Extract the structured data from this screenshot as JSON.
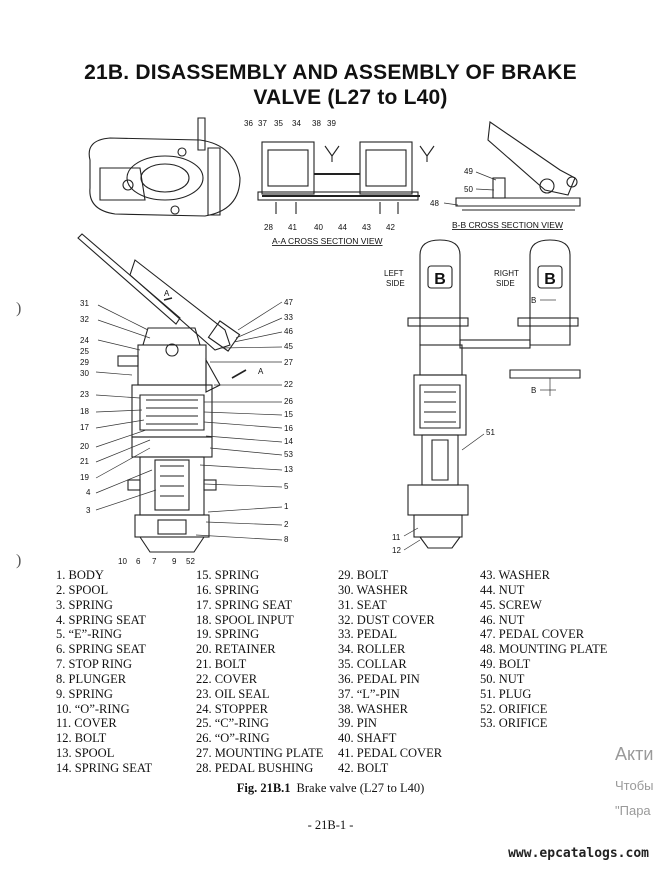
{
  "title": {
    "line1": "21B.  DISASSEMBLY AND ASSEMBLY OF BRAKE",
    "line2": "VALVE (L27 to L40)"
  },
  "figure_labels": {
    "aa_view": "A-A CROSS SECTION VIEW",
    "bb_view": "B-B CROSS SECTION VIEW",
    "left_side": [
      "LEFT",
      "SIDE"
    ],
    "right_side": [
      "RIGHT",
      "SIDE"
    ],
    "b_letter": "B",
    "a_letter": "A",
    "b_arrow": "B",
    "aa_top_callouts": [
      "36",
      "37",
      "35",
      "34",
      "38",
      "39"
    ],
    "aa_bottom_callouts": [
      "28",
      "41",
      "40",
      "44",
      "43",
      "42"
    ],
    "bb_callouts": [
      "49",
      "50",
      "48"
    ],
    "main_left_callouts": [
      "31",
      "32",
      "24",
      "25",
      "29",
      "30",
      "23",
      "18",
      "17",
      "20",
      "21",
      "19",
      "4",
      "3"
    ],
    "main_right_callouts": [
      "47",
      "33",
      "46",
      "45",
      "27",
      "22",
      "26",
      "15",
      "16",
      "14",
      "53",
      "13",
      "5",
      "1",
      "2",
      "8"
    ],
    "main_bottom_callouts": [
      "10",
      "6",
      "7",
      "9",
      "52"
    ],
    "side_callouts": [
      "51",
      "11",
      "12"
    ]
  },
  "parts": [
    [
      "1. BODY",
      "2. SPOOL",
      "3. SPRING",
      "4. SPRING SEAT",
      "5. “E”-RING",
      "6. SPRING SEAT",
      "7. STOP RING",
      "8. PLUNGER",
      "9. SPRING",
      "10. “O”-RING",
      "11. COVER",
      "12. BOLT",
      "13. SPOOL",
      "14. SPRING SEAT"
    ],
    [
      "15. SPRING",
      "16. SPRING",
      "17. SPRING SEAT",
      "18. SPOOL INPUT",
      "19. SPRING",
      "20. RETAINER",
      "21. BOLT",
      "22. COVER",
      "23. OIL SEAL",
      "24. STOPPER",
      "25. “C”-RING",
      "26. “O”-RING",
      "27. MOUNTING PLATE",
      "28. PEDAL BUSHING"
    ],
    [
      "29. BOLT",
      "30. WASHER",
      "31. SEAT",
      "32. DUST COVER",
      "33. PEDAL",
      "34. ROLLER",
      "35. COLLAR",
      "36. PEDAL PIN",
      "37. “L”-PIN",
      "38. WASHER",
      "39. PIN",
      "40. SHAFT",
      "41. PEDAL COVER",
      "42. BOLT"
    ],
    [
      "43. WASHER",
      "44. NUT",
      "45. SCREW",
      "46. NUT",
      "47. PEDAL COVER",
      "48. MOUNTING PLATE",
      "49. BOLT",
      "50. NUT",
      "51. PLUG",
      "52. ORIFICE",
      "53. ORIFICE"
    ]
  ],
  "caption": {
    "fig_no": "Fig.  21B.1",
    "text": "Brake valve (L27 to L40)"
  },
  "page_number": "- 21B-1 -",
  "watermark": "www.epcatalogs.com",
  "overlay_text": [
    "Акти",
    "Чтобы",
    "\"Пара"
  ],
  "binder_marks": [
    ")",
    ")"
  ]
}
